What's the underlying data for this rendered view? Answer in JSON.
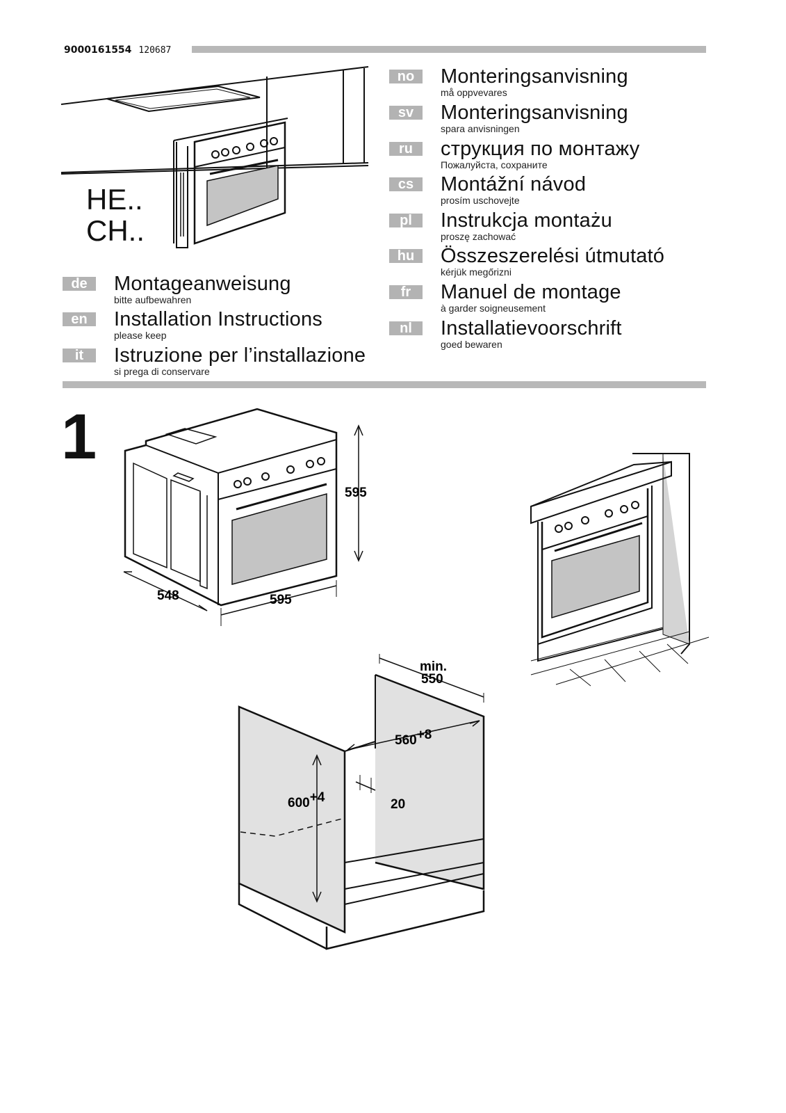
{
  "header": {
    "code": "9000161554",
    "subcode": "120687"
  },
  "model": {
    "line1": "HE..",
    "line2": "CH.."
  },
  "languages_left": [
    {
      "code": "de",
      "title": "Montageanweisung",
      "sub": "bitte aufbewahren"
    },
    {
      "code": "en",
      "title": "Installation Instructions",
      "sub": "please keep"
    },
    {
      "code": "it",
      "title": "Istruzione per l’installazione",
      "sub": "si prega di conservare"
    }
  ],
  "languages_right": [
    {
      "code": "no",
      "title": "Monteringsanvisning",
      "sub": "må oppvevares"
    },
    {
      "code": "sv",
      "title": "Monteringsanvisning",
      "sub": "spara anvisningen"
    },
    {
      "code": "ru",
      "title": "струкция по монтажу",
      "sub": "Пожалуйста, сохраните"
    },
    {
      "code": "cs",
      "title": "Montážní návod",
      "sub": "prosím uschovejte"
    },
    {
      "code": "pl",
      "title": "Instrukcja montażu",
      "sub": "proszę zachować"
    },
    {
      "code": "hu",
      "title": "Összeszerelési útmutató",
      "sub": "kérjük megőrizni"
    },
    {
      "code": "fr",
      "title": "Manuel de montage",
      "sub": "à garder soigneusement"
    },
    {
      "code": "nl",
      "title": "Installatievoorschrift",
      "sub": "goed bewaren"
    }
  ],
  "step": "1",
  "dimensions": {
    "oven_height": "595",
    "oven_depth": "548",
    "oven_width": "595",
    "min_label": "min.",
    "min_value": "550",
    "niche_width": "560",
    "niche_width_tol": "+8",
    "niche_height": "600",
    "niche_height_tol": "+4",
    "gap": "20"
  },
  "colors": {
    "label_bg": "#b3b3b3",
    "rule": "#b8b8b8",
    "window": "#c4c4c4"
  }
}
